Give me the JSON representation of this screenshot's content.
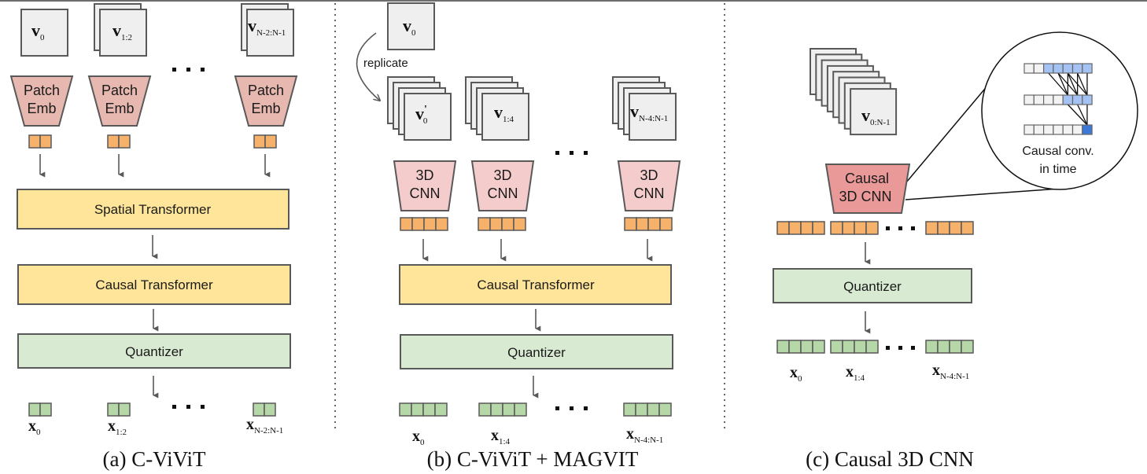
{
  "colors": {
    "frame_fill": "#efefef",
    "frame_stroke": "#595959",
    "patch_emb": "#e6b8af",
    "cnn3d": "#f4cccc",
    "causal_cnn": "#ea9999",
    "transformer": "#ffe599",
    "quantizer": "#d9ead3",
    "token_orange": "#f6b26b",
    "token_green": "#b6d7a8",
    "kernel_light": "#a4c2f4",
    "kernel_dark": "#3c78d8",
    "arrow": "#595959"
  },
  "panel_a": {
    "caption": "(a) C-ViViT",
    "frames": [
      {
        "base": "v",
        "sub": "0"
      },
      {
        "base": "v",
        "sub": "1:2"
      },
      {
        "base": "v",
        "sub": "N-2:N-1"
      }
    ],
    "encoder_label_line1": "Patch",
    "encoder_label_line2": "Emb",
    "spatial_transformer": "Spatial Transformer",
    "causal_transformer": "Causal Transformer",
    "quantizer": "Quantizer",
    "outputs": [
      {
        "base": "x",
        "sub": "0"
      },
      {
        "base": "x",
        "sub": "1:2"
      },
      {
        "base": "x",
        "sub": "N-2:N-1"
      }
    ],
    "ellipsis": "• • •"
  },
  "panel_b": {
    "caption": "(b) C-ViViT + MAGVIT",
    "input_frame": {
      "base": "v",
      "sub": "0"
    },
    "replicate_label": "replicate",
    "frames": [
      {
        "base": "v",
        "sub": "0",
        "prime": "'"
      },
      {
        "base": "v",
        "sub": "1:4"
      },
      {
        "base": "v",
        "sub": "N-4:N-1"
      }
    ],
    "encoder_label_line1": "3D",
    "encoder_label_line2": "CNN",
    "causal_transformer": "Causal Transformer",
    "quantizer": "Quantizer",
    "outputs": [
      {
        "base": "x",
        "sub": "0"
      },
      {
        "base": "x",
        "sub": "1:4"
      },
      {
        "base": "x",
        "sub": "N-4:N-1"
      }
    ]
  },
  "panel_c": {
    "caption": "(c) Causal 3D CNN",
    "frame": {
      "base": "v",
      "sub": "0:N-1"
    },
    "encoder_label_line1": "Causal",
    "encoder_label_line2": "3D CNN",
    "zoom_label_line1": "Causal conv.",
    "zoom_label_line2": "in time",
    "quantizer": "Quantizer",
    "outputs": [
      {
        "base": "x",
        "sub": "0"
      },
      {
        "base": "x",
        "sub": "1:4"
      },
      {
        "base": "x",
        "sub": "N-4:N-1"
      }
    ],
    "kernel_rows": [
      [
        "n",
        "n",
        "l",
        "l",
        "l",
        "l",
        "l"
      ],
      [
        "n",
        "n",
        "n",
        "n",
        "l",
        "l",
        "l"
      ],
      [
        "n",
        "n",
        "n",
        "n",
        "n",
        "n",
        "d"
      ]
    ]
  }
}
